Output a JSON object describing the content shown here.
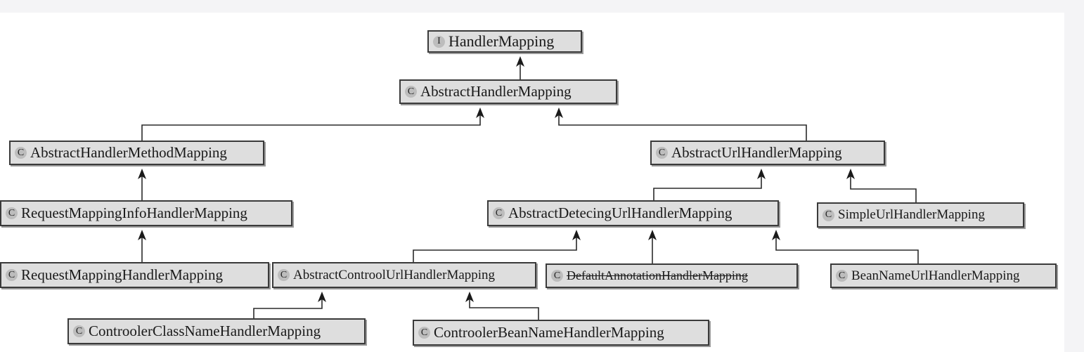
{
  "nodes": [
    {
      "id": "handler-mapping",
      "badge": "I",
      "label": "HandlerMapping"
    },
    {
      "id": "abstract-handler-mapping",
      "badge": "C",
      "label": "AbstractHandlerMapping"
    },
    {
      "id": "abstract-handler-method-mapping",
      "badge": "C",
      "label": "AbstractHandlerMethodMapping"
    },
    {
      "id": "abstract-url-handler-mapping",
      "badge": "C",
      "label": "AbstractUrlHandlerMapping"
    },
    {
      "id": "request-mapping-info-handler-mapping",
      "badge": "C",
      "label": "RequestMappingInfoHandlerMapping"
    },
    {
      "id": "abstract-detecing-url-handler-mapping",
      "badge": "C",
      "label": "AbstractDetecingUrlHandlerMapping"
    },
    {
      "id": "simple-url-handler-mapping",
      "badge": "C",
      "label": "SimpleUrlHandlerMapping"
    },
    {
      "id": "request-mapping-handler-mapping",
      "badge": "C",
      "label": "RequestMappingHandlerMapping"
    },
    {
      "id": "abstract-controol-url-handler-mapping",
      "badge": "C",
      "label": "AbstractControolUrlHandlerMapping"
    },
    {
      "id": "default-annotation-handler-mapping",
      "badge": "C",
      "label": "DefaultAnnotationHandlerMapping",
      "deprecated": true
    },
    {
      "id": "bean-name-url-handler-mapping",
      "badge": "C",
      "label": "BeanNameUrlHandlerMapping"
    },
    {
      "id": "controoler-class-name-handler-mapping",
      "badge": "C",
      "label": "ControolerClassNameHandlerMapping"
    },
    {
      "id": "controoler-bean-name-handler-mapping",
      "badge": "C",
      "label": "ControolerBeanNameHandlerMapping"
    }
  ],
  "edges": [
    {
      "from": "abstract-handler-mapping",
      "to": "handler-mapping"
    },
    {
      "from": "abstract-handler-method-mapping",
      "to": "abstract-handler-mapping"
    },
    {
      "from": "abstract-url-handler-mapping",
      "to": "abstract-handler-mapping"
    },
    {
      "from": "request-mapping-info-handler-mapping",
      "to": "abstract-handler-method-mapping"
    },
    {
      "from": "request-mapping-handler-mapping",
      "to": "request-mapping-info-handler-mapping"
    },
    {
      "from": "abstract-detecing-url-handler-mapping",
      "to": "abstract-url-handler-mapping"
    },
    {
      "from": "simple-url-handler-mapping",
      "to": "abstract-url-handler-mapping"
    },
    {
      "from": "abstract-controol-url-handler-mapping",
      "to": "abstract-detecing-url-handler-mapping"
    },
    {
      "from": "default-annotation-handler-mapping",
      "to": "abstract-detecing-url-handler-mapping"
    },
    {
      "from": "bean-name-url-handler-mapping",
      "to": "abstract-detecing-url-handler-mapping"
    },
    {
      "from": "controoler-class-name-handler-mapping",
      "to": "abstract-controol-url-handler-mapping"
    },
    {
      "from": "controoler-bean-name-handler-mapping",
      "to": "abstract-controol-url-handler-mapping"
    }
  ]
}
